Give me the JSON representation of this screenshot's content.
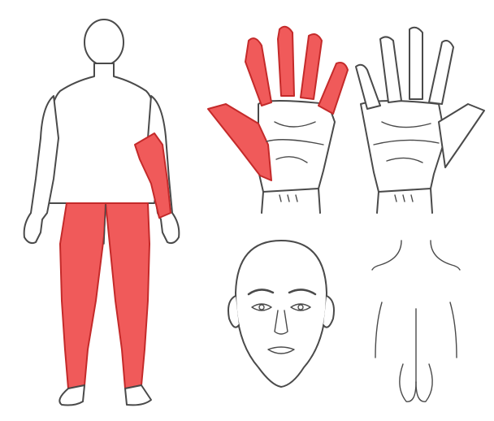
{
  "colors": {
    "affected_fill": "#f05a5a",
    "affected_stroke": "#c42a2a",
    "outline": "#4a4a4a",
    "background": "#ffffff"
  },
  "panels": [
    {
      "id": "body-back",
      "affected_regions": [
        "left-forearm",
        "both-legs"
      ]
    },
    {
      "id": "palm-left",
      "affected_regions": [
        "fingers",
        "thumb"
      ]
    },
    {
      "id": "palm-right",
      "affected_regions": []
    },
    {
      "id": "face",
      "affected_regions": []
    },
    {
      "id": "lower-back",
      "affected_regions": []
    }
  ]
}
